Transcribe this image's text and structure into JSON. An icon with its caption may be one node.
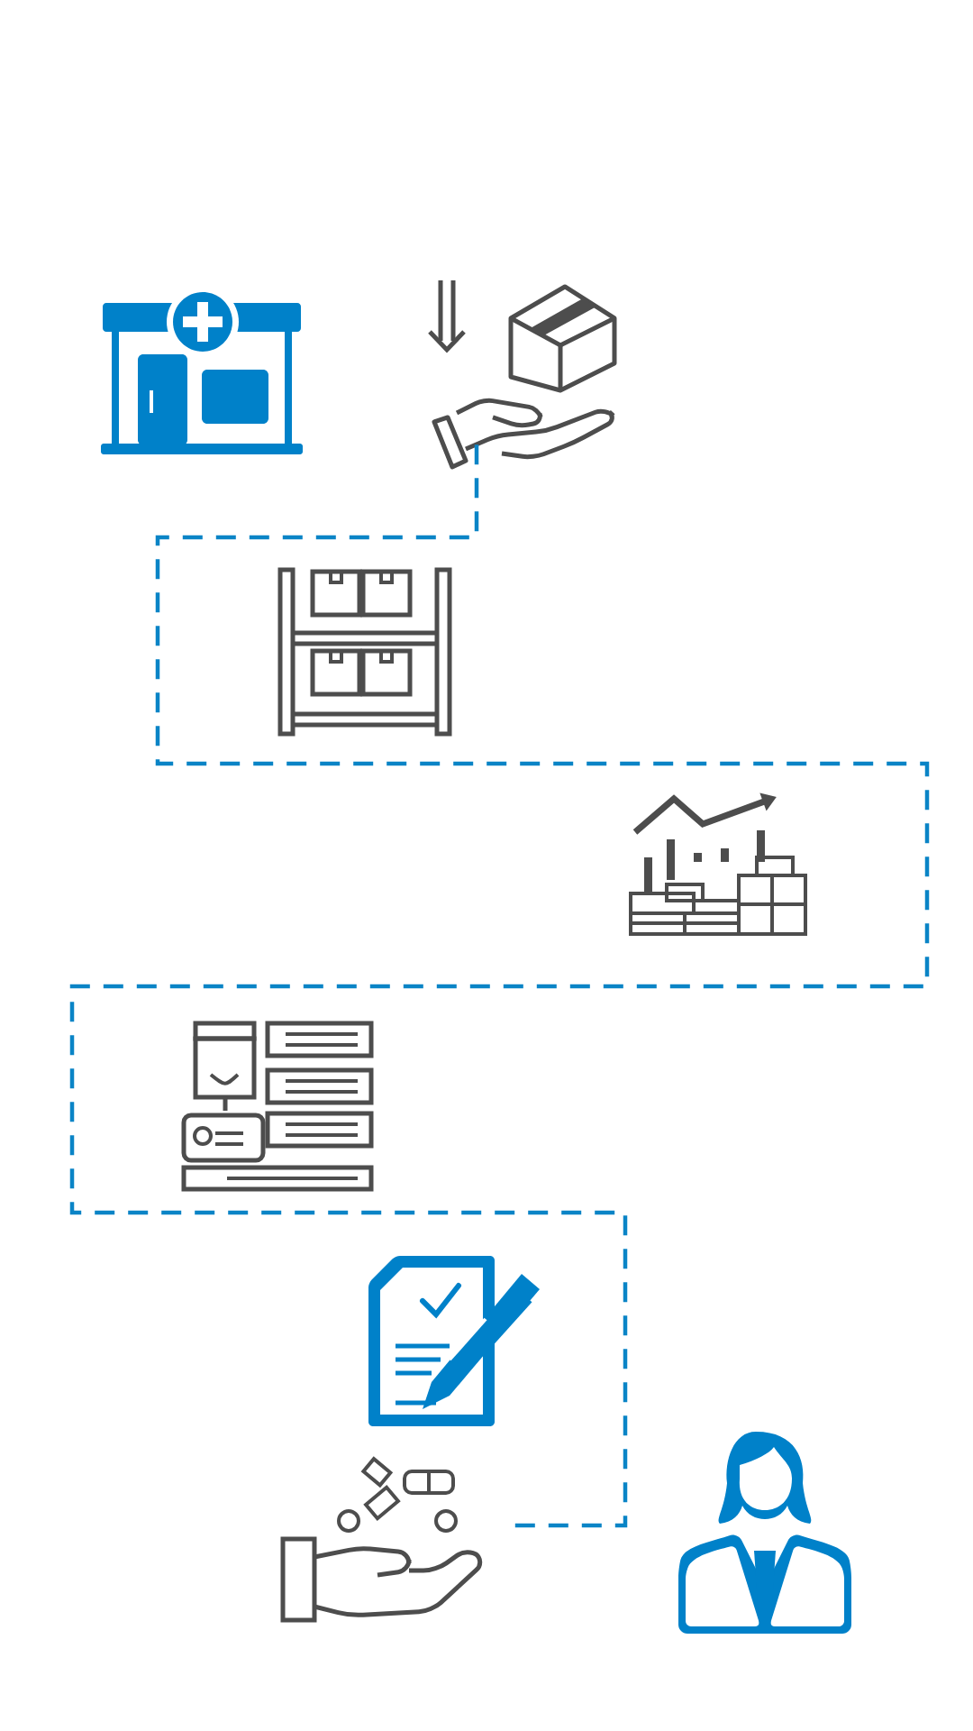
{
  "diagram": {
    "nodes": [
      {
        "text": [],
        "shape": "building"
      },
      {
        "text": [],
        "shape": "box"
      },
      {
        "text": [],
        "shape": "shelf"
      },
      {
        "text": [],
        "shape": "chart"
      },
      {
        "text": [],
        "shape": "desk"
      },
      {
        "text": [],
        "shape": "document"
      },
      {
        "text": [],
        "shape": "hand"
      },
      {
        "text": [],
        "shape": "person"
      }
    ],
    "edges": [
      {
        "from": 1,
        "to": 6,
        "arrow": "none",
        "style": "dashed",
        "color": "#0a84c6"
      }
    ]
  }
}
